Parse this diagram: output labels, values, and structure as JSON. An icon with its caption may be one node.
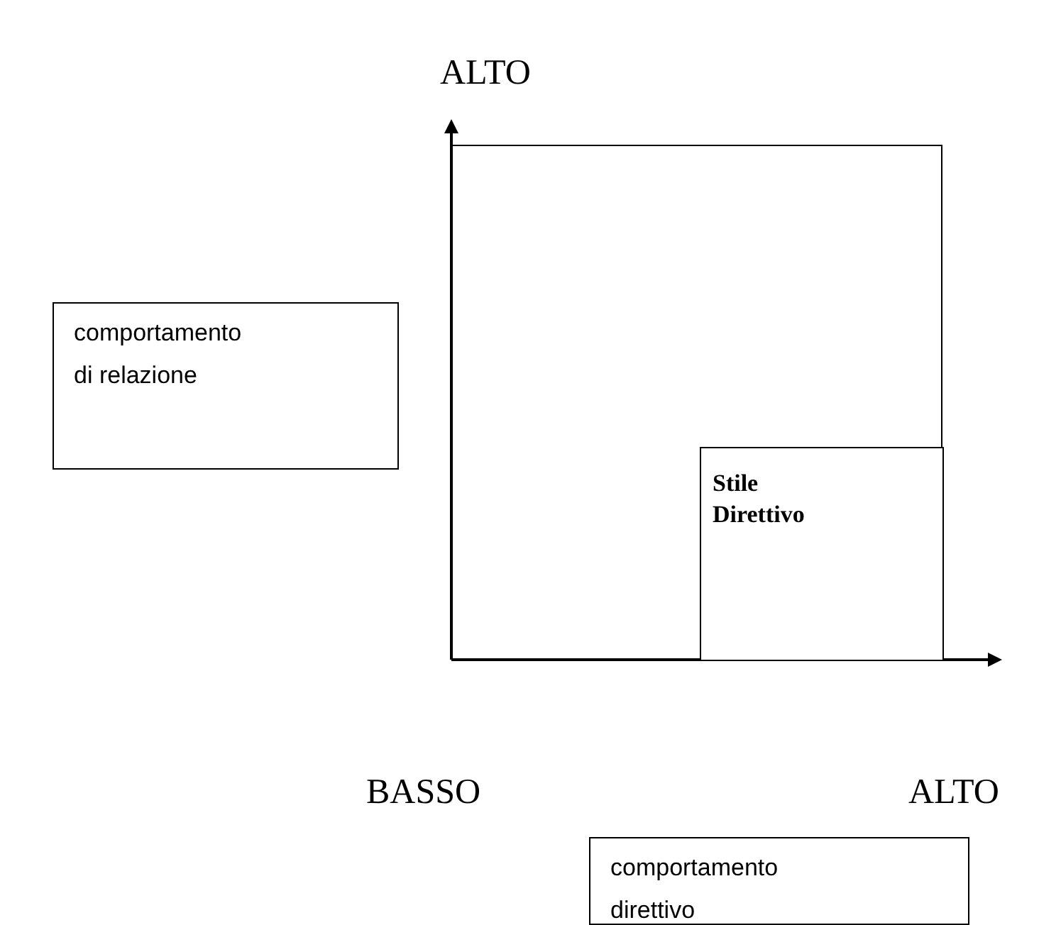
{
  "diagram": {
    "nodes": [
      {
        "text": [],
        "shape": "box"
      },
      {
        "text": [
          "Stile Direttivo"
        ],
        "in": 0
      },
      {
        "text": [
          "comportamento di relazione"
        ]
      },
      {
        "text": [
          "comportamento direttivo"
        ]
      }
    ],
    "edges": [],
    "labels": [
      "ALTO",
      "BASSO",
      "ALTO"
    ]
  }
}
